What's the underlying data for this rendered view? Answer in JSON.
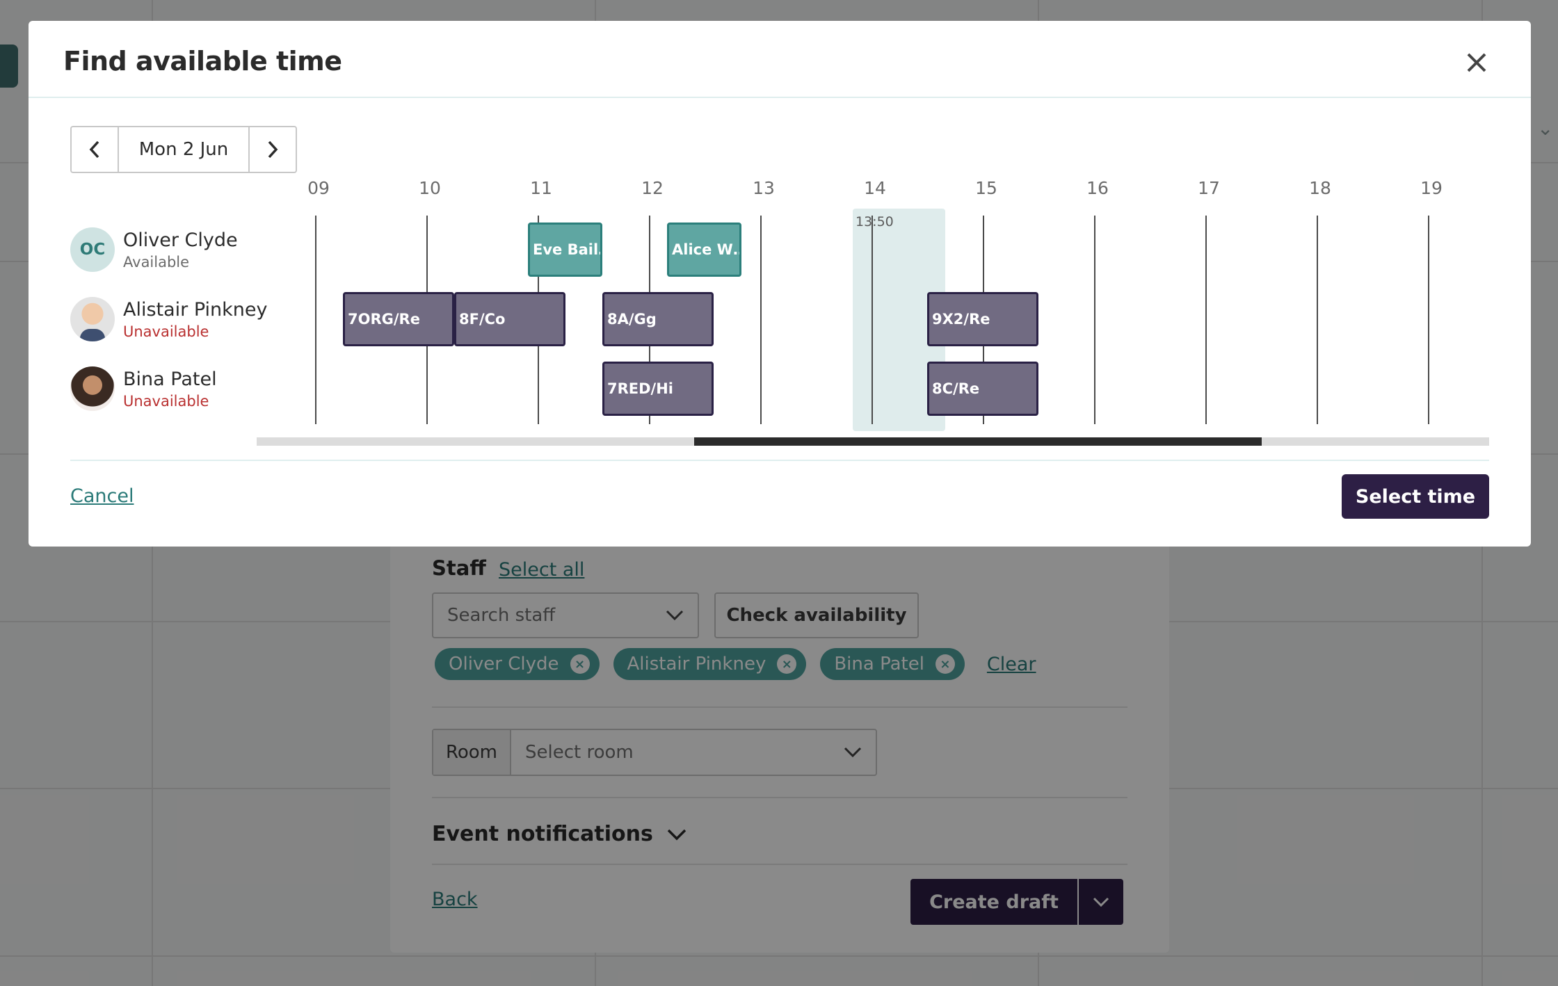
{
  "background": {
    "staff_section": {
      "title": "Staff",
      "select_all": "Select all",
      "search_placeholder": "Search staff",
      "check_availability": "Check availability",
      "selected_staff": [
        "Oliver Clyde",
        "Alistair Pinkney",
        "Bina Patel"
      ],
      "clear": "Clear"
    },
    "room": {
      "label": "Room",
      "placeholder": "Select room"
    },
    "event_notifications": "Event notifications",
    "back": "Back",
    "create_draft": "Create draft"
  },
  "modal": {
    "title": "Find available time",
    "date": "Mon 2 Jun",
    "hours": [
      "09",
      "10",
      "11",
      "12",
      "13",
      "14",
      "15",
      "16",
      "17",
      "18",
      "19"
    ],
    "current_time_label": "13:50",
    "people": [
      {
        "initials": "OC",
        "name": "Oliver Clyde",
        "status": "Available"
      },
      {
        "name": "Alistair Pinkney",
        "status": "Unavailable"
      },
      {
        "name": "Bina Patel",
        "status": "Unavailable"
      }
    ],
    "events": {
      "oliver": [
        "Eve Bail…",
        "Alice W…"
      ],
      "alistair": [
        "7ORG/Re",
        "8F/Co",
        "8A/Gg",
        "9X2/Re"
      ],
      "bina": [
        "7RED/Hi",
        "8C/Re"
      ]
    },
    "cancel": "Cancel",
    "select_time": "Select time"
  },
  "colors": {
    "accent": "#2d1f45",
    "teal": "#4fa29d",
    "unavailable": "#b93030",
    "event_busy": "#716b82"
  }
}
